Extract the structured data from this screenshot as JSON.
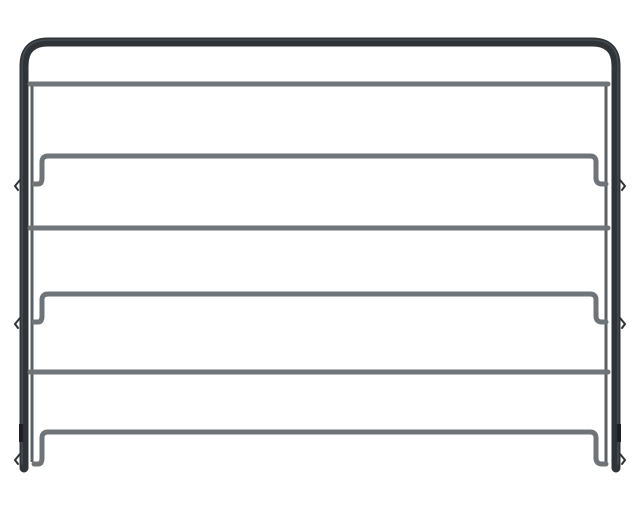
{
  "scene": {
    "subject": "oven-rack-rail",
    "background_color": "#ffffff",
    "frame_color": "#2f3438",
    "frame_highlight": "#4a5056",
    "rail_color": "#6f7478",
    "rail_highlight": "#9a9ea2",
    "straight_rail_count": 3,
    "bent_rail_count": 3
  }
}
